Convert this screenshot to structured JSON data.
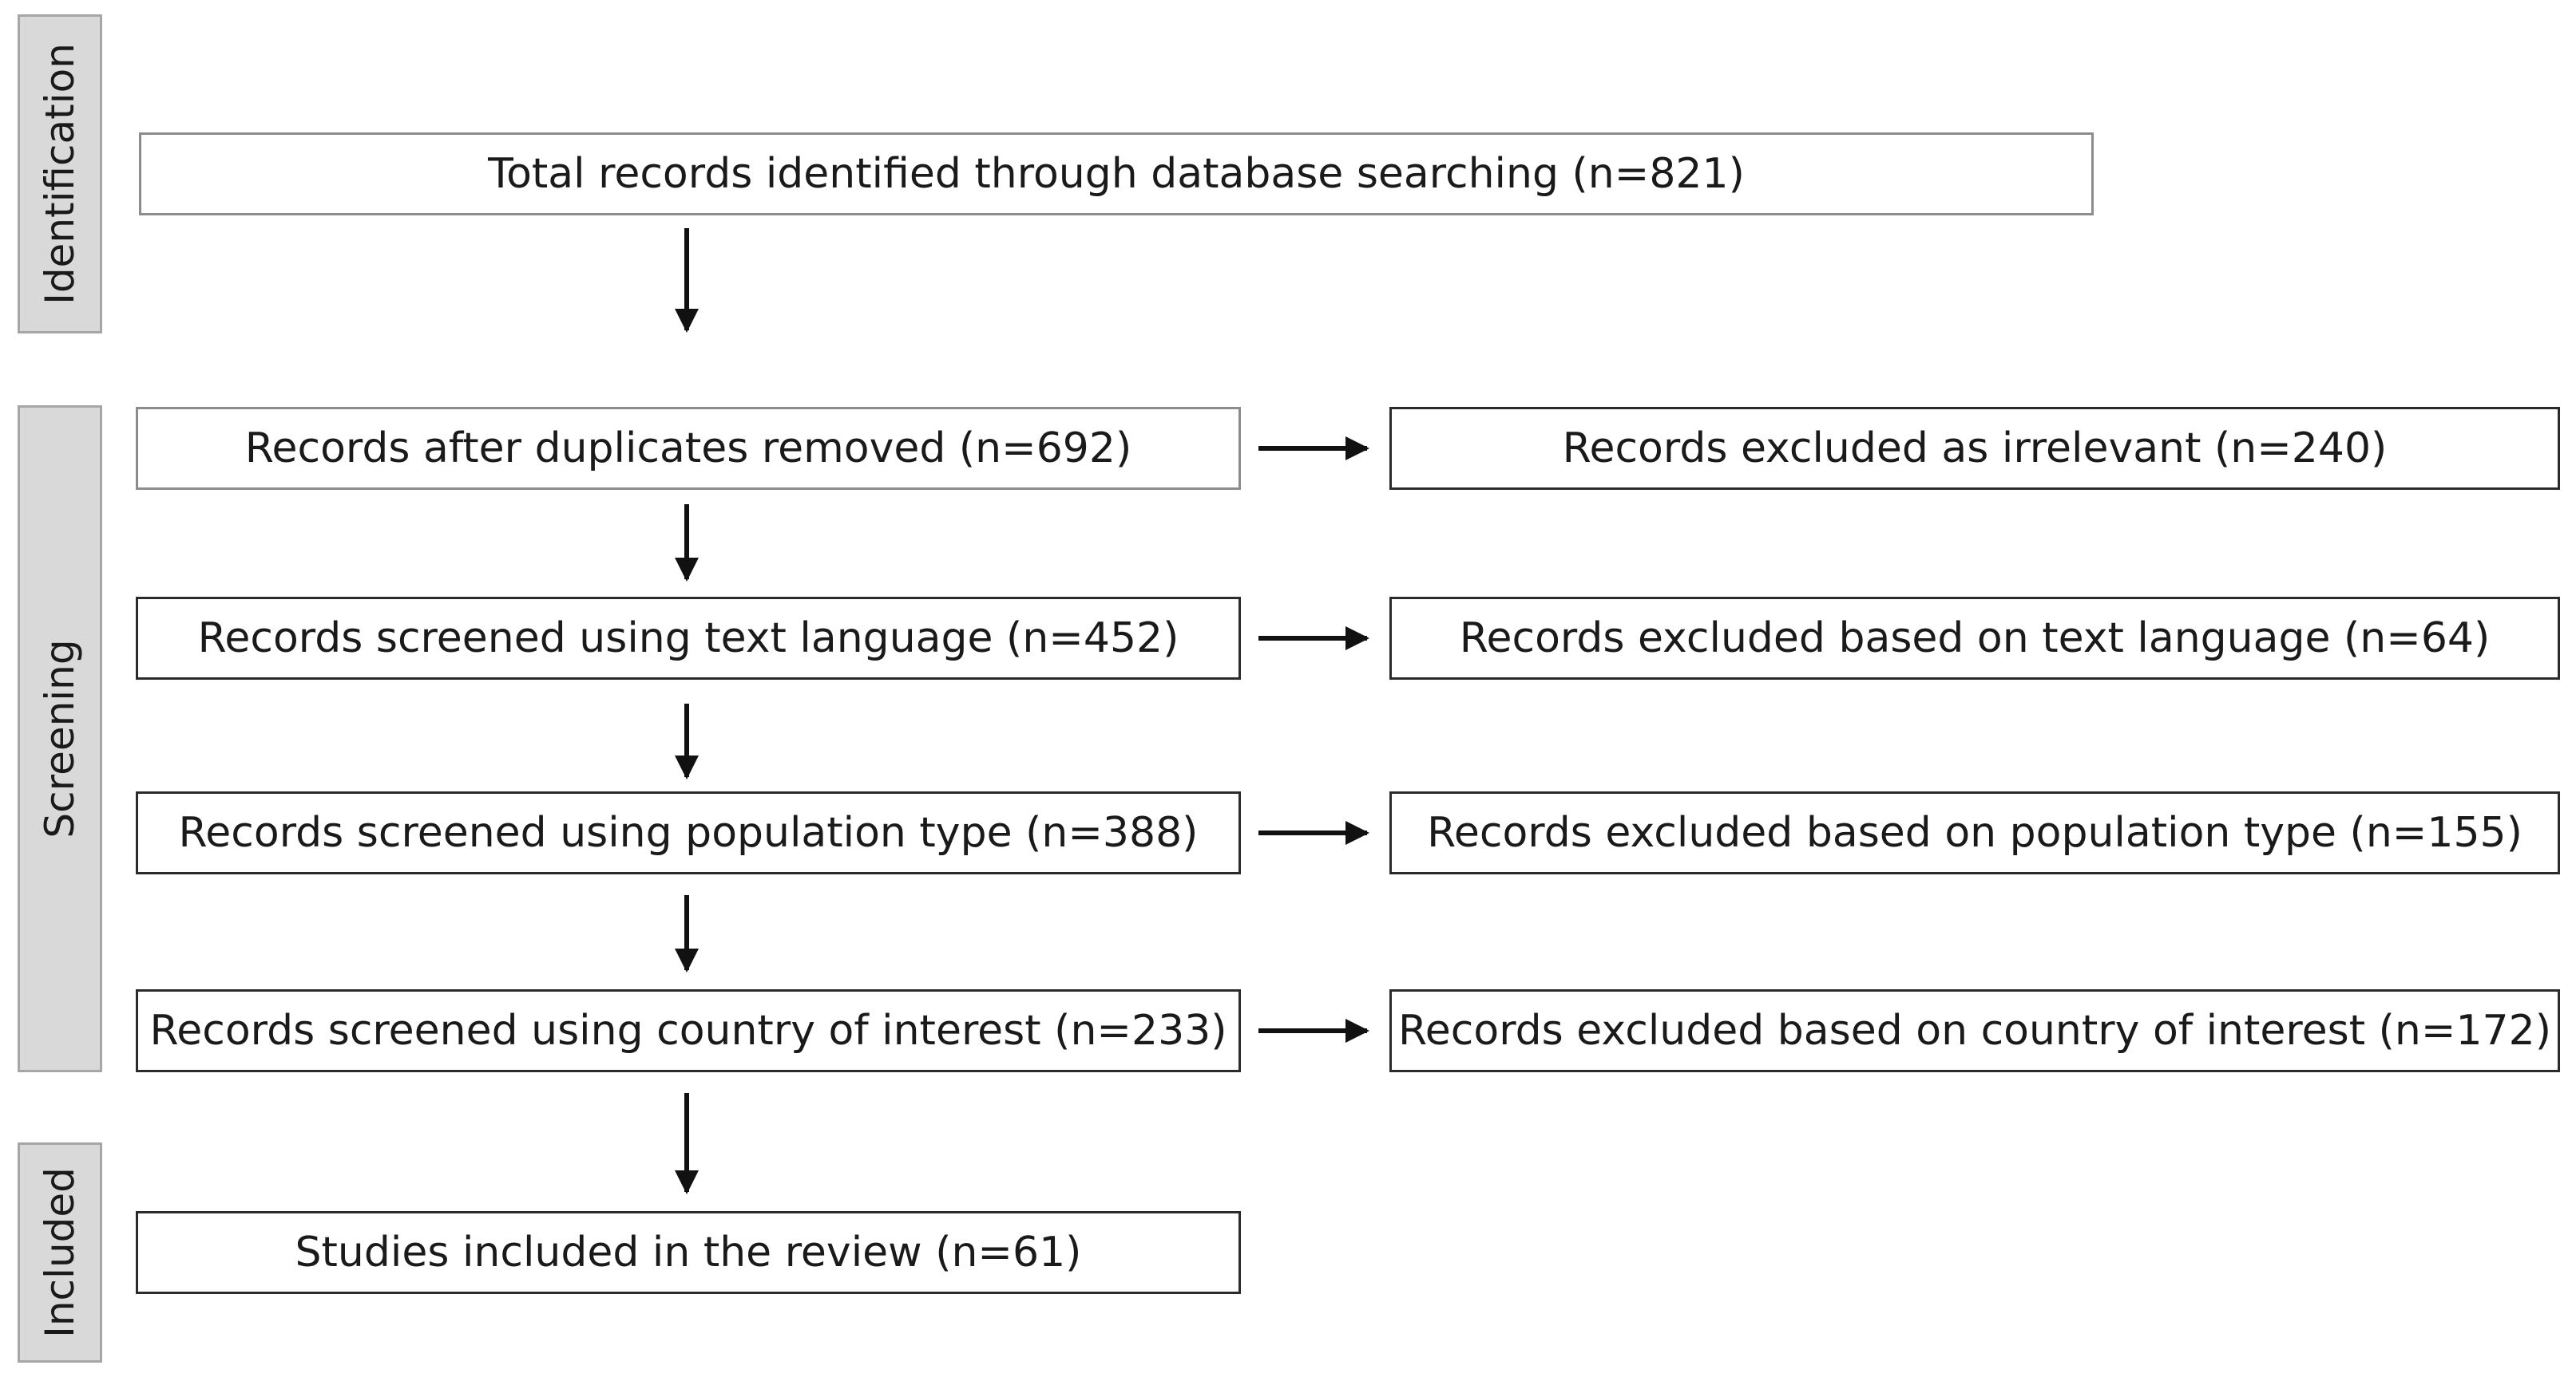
{
  "phases": {
    "identification": "Identification",
    "screening": "Screening",
    "included": "Included"
  },
  "boxes": {
    "total_identified": "Total records identified through database searching (n=821)",
    "after_duplicates": "Records after duplicates removed (n=692)",
    "excluded_irrelevant": "Records excluded as irrelevant (n=240)",
    "screened_language": "Records screened using text language (n=452)",
    "excluded_language": "Records excluded based on text language (n=64)",
    "screened_population": "Records screened using population type (n=388)",
    "excluded_population": "Records excluded based on population type (n=155)",
    "screened_country": "Records screened using country of interest (n=233)",
    "excluded_country": "Records excluded based on country of interest (n=172)",
    "included_studies": "Studies included in the review (n=61)"
  },
  "colors": {
    "phase_fill": "#d9d9d9",
    "phase_border": "#a6a6a6",
    "box_border": "#2b2b2b",
    "arrow": "#111111"
  }
}
